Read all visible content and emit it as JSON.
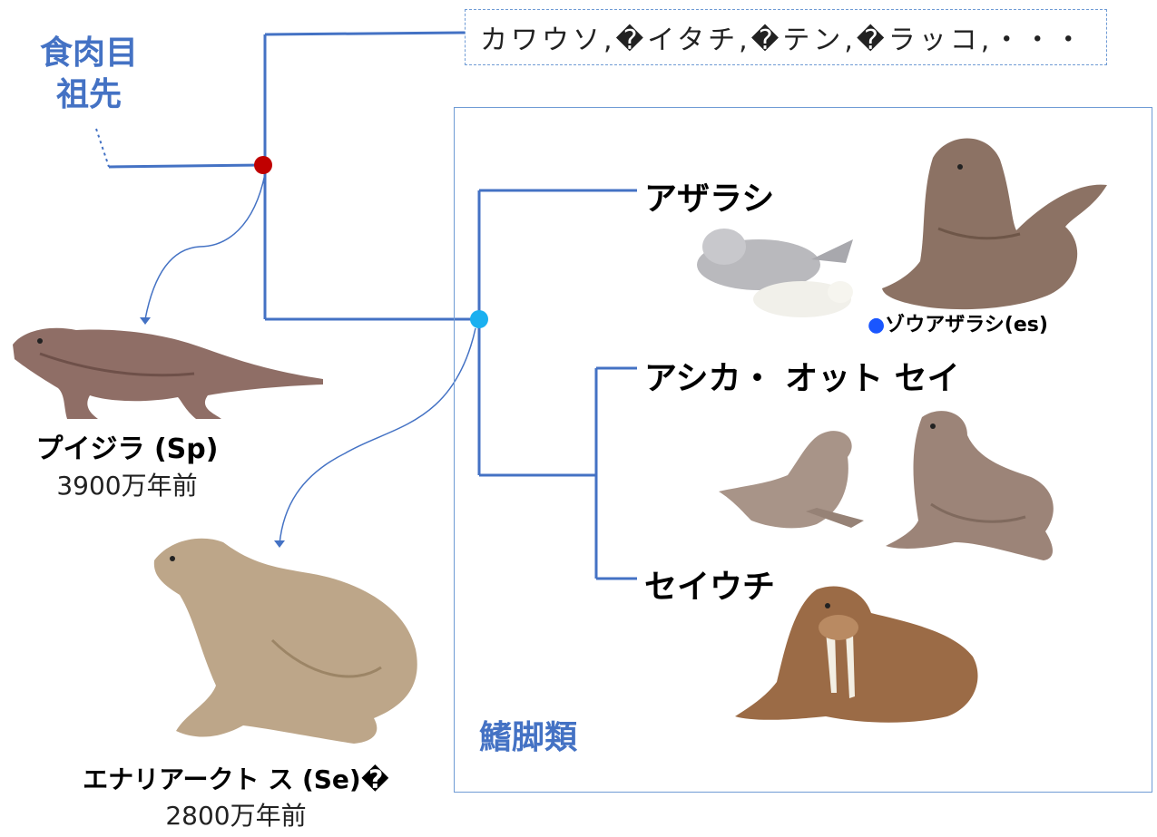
{
  "ancestor": {
    "line1": "食肉目",
    "line2": "祖先"
  },
  "other_carnivores": "カワウソ,�イタチ,�テン,�ラッコ,・・・",
  "pinnipeds_group": "鰭脚類",
  "clades": {
    "seals": "アザラシ",
    "sea_lions": "アシカ・ オット セイ",
    "walrus": "セイウチ"
  },
  "elephant_seal": {
    "marker": "●",
    "label": "ゾウアザラシ(es)"
  },
  "fossils": [
    {
      "name": "プイジラ (Sp)",
      "age": "3900万年前"
    },
    {
      "name": "エナリアークト ス (Se)�",
      "age": "2800万年前"
    }
  ],
  "colors": {
    "branch": "#4472c4",
    "ancestor_node": "#c00000",
    "pinniped_node": "#1ab0f0",
    "label_blue": "#4472c4"
  }
}
